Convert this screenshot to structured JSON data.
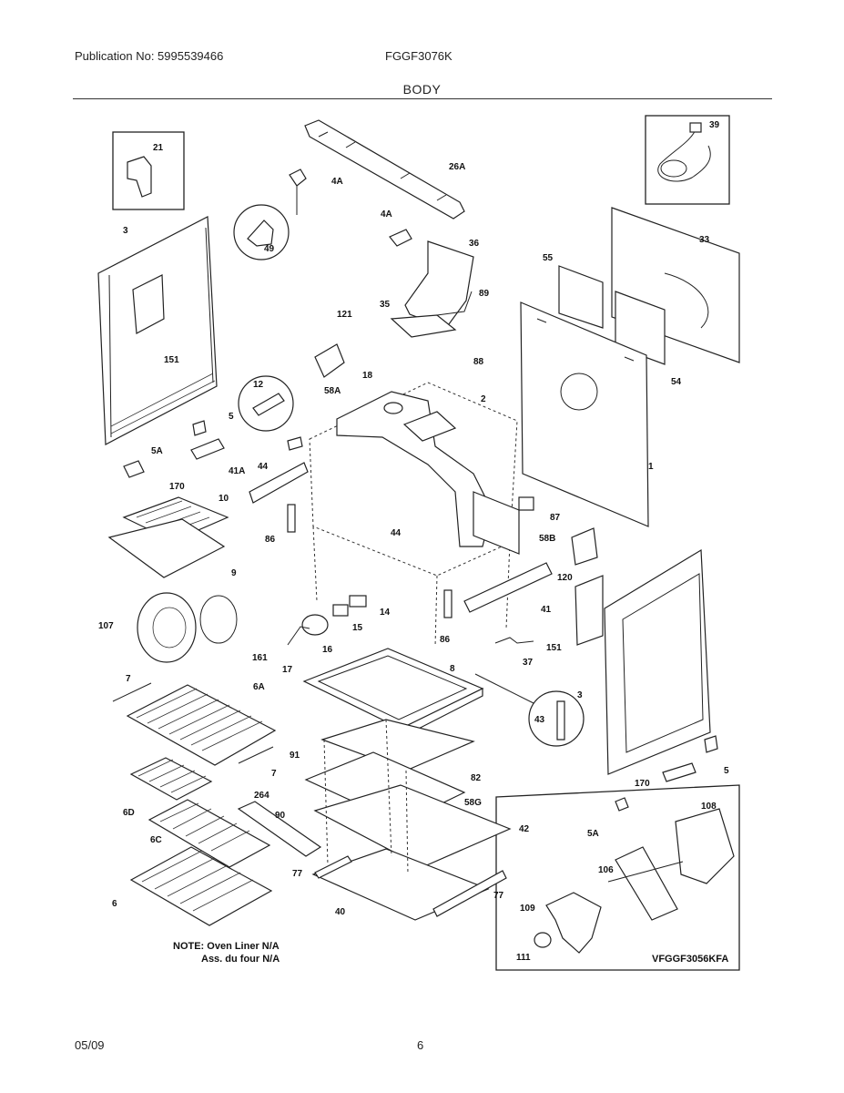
{
  "header": {
    "publication": "Publication No: 5995539466",
    "model": "FGGF3076K",
    "section_title": "BODY"
  },
  "footer": {
    "date": "05/09",
    "page": "6"
  },
  "diagram": {
    "note_line1": "NOTE: Oven Liner N/A",
    "note_line2": "Ass. du four N/A",
    "drawing_code": "VFGGF3056KFA",
    "part_labels": {
      "p21": "21",
      "p26A": "26A",
      "p4A_a": "4A",
      "p4A_b": "4A",
      "p39": "39",
      "p3_a": "3",
      "p49": "49",
      "p36": "36",
      "p33": "33",
      "p55": "55",
      "p89": "89",
      "p35": "35",
      "p121": "121",
      "p88": "88",
      "p151_a": "151",
      "p54": "54",
      "p12": "12",
      "p18": "18",
      "p2": "2",
      "p58A": "58A",
      "p5_a": "5",
      "p5A_a": "5A",
      "p44_a": "44",
      "p41A": "41A",
      "p170_a": "170",
      "p1": "1",
      "p10": "10",
      "p87": "87",
      "p86_a": "86",
      "p44_b": "44",
      "p58B": "58B",
      "p9": "9",
      "p120": "120",
      "p107": "107",
      "p14": "14",
      "p41": "41",
      "p15": "15",
      "p161": "161",
      "p16": "16",
      "p86_b": "86",
      "p151_b": "151",
      "p37": "37",
      "p17": "17",
      "p8": "8",
      "p7_a": "7",
      "p6A": "6A",
      "p3_b": "3",
      "p43": "43",
      "p7_b": "7",
      "p91": "91",
      "p82": "82",
      "p5_b": "5",
      "p170_b": "170",
      "p6D": "6D",
      "p264": "264",
      "p58G": "58G",
      "p108": "108",
      "p90": "90",
      "p42": "42",
      "p6C": "6C",
      "p5A_b": "5A",
      "p106": "106",
      "p77_a": "77",
      "p77_b": "77",
      "p6": "6",
      "p40": "40",
      "p109": "109",
      "p111": "111"
    }
  }
}
